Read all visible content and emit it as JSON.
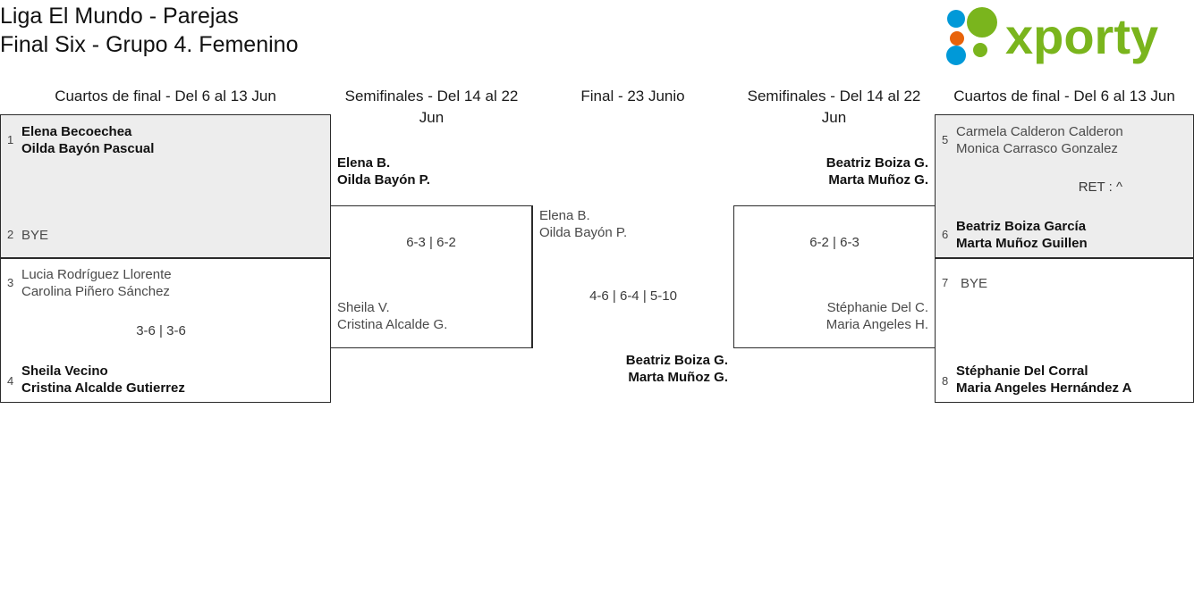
{
  "header": {
    "title": "Liga El Mundo - Parejas\nFinal Six - Grupo 4. Femenino",
    "logo_text": "xporty",
    "logo_colors": {
      "green": "#7ab51d",
      "blue": "#0099d8",
      "orange": "#e8630a"
    }
  },
  "rounds": [
    {
      "label": "Cuartos de final - Del 6 al 13 Jun"
    },
    {
      "label": "Semifinales - Del 14 al 22 Jun"
    },
    {
      "label": "Final - 23 Junio"
    },
    {
      "label": "Semifinales - Del 14 al 22 Jun"
    },
    {
      "label": "Cuartos de final - Del 6 al 13 Jun"
    }
  ],
  "left_qf": [
    {
      "top_seed": "1",
      "top_names": "Elena Becoechea\nOilda Bayón Pascual",
      "bottom_seed": "2",
      "bottom_names": "BYE",
      "score": ""
    },
    {
      "top_seed": "3",
      "top_names": "Lucia Rodríguez Llorente\nCarolina Piñero Sánchez",
      "bottom_seed": "4",
      "bottom_names": "Sheila Vecino\nCristina Alcalde Gutierrez",
      "score": "3-6 | 3-6"
    }
  ],
  "left_sf": {
    "top_names": "Elena B.\nOilda Bayón P.",
    "bottom_names": "Sheila V.\nCristina Alcalde G.",
    "score": "6-3 | 6-2"
  },
  "final": {
    "top_names": "Elena B.\nOilda Bayón P.",
    "bottom_names": "Beatriz Boiza G.\nMarta Muñoz G.",
    "score": "4-6 | 6-4 | 5-10"
  },
  "right_sf": {
    "top_names": "Beatriz Boiza G.\nMarta Muñoz G.",
    "bottom_names": "Stéphanie Del C.\nMaria Angeles H.",
    "score": "6-2 | 6-3"
  },
  "right_qf": [
    {
      "top_seed": "5",
      "top_names": "Carmela Calderon Calderon\nMonica Carrasco Gonzalez",
      "bottom_seed": "6",
      "bottom_names": "Beatriz Boiza García\nMarta Muñoz Guillen",
      "score": "RET : ^"
    },
    {
      "top_seed": "7",
      "top_names": "BYE",
      "bottom_seed": "8",
      "bottom_names": "Stéphanie Del Corral\nMaria Angeles Hernández A",
      "score": ""
    }
  ]
}
